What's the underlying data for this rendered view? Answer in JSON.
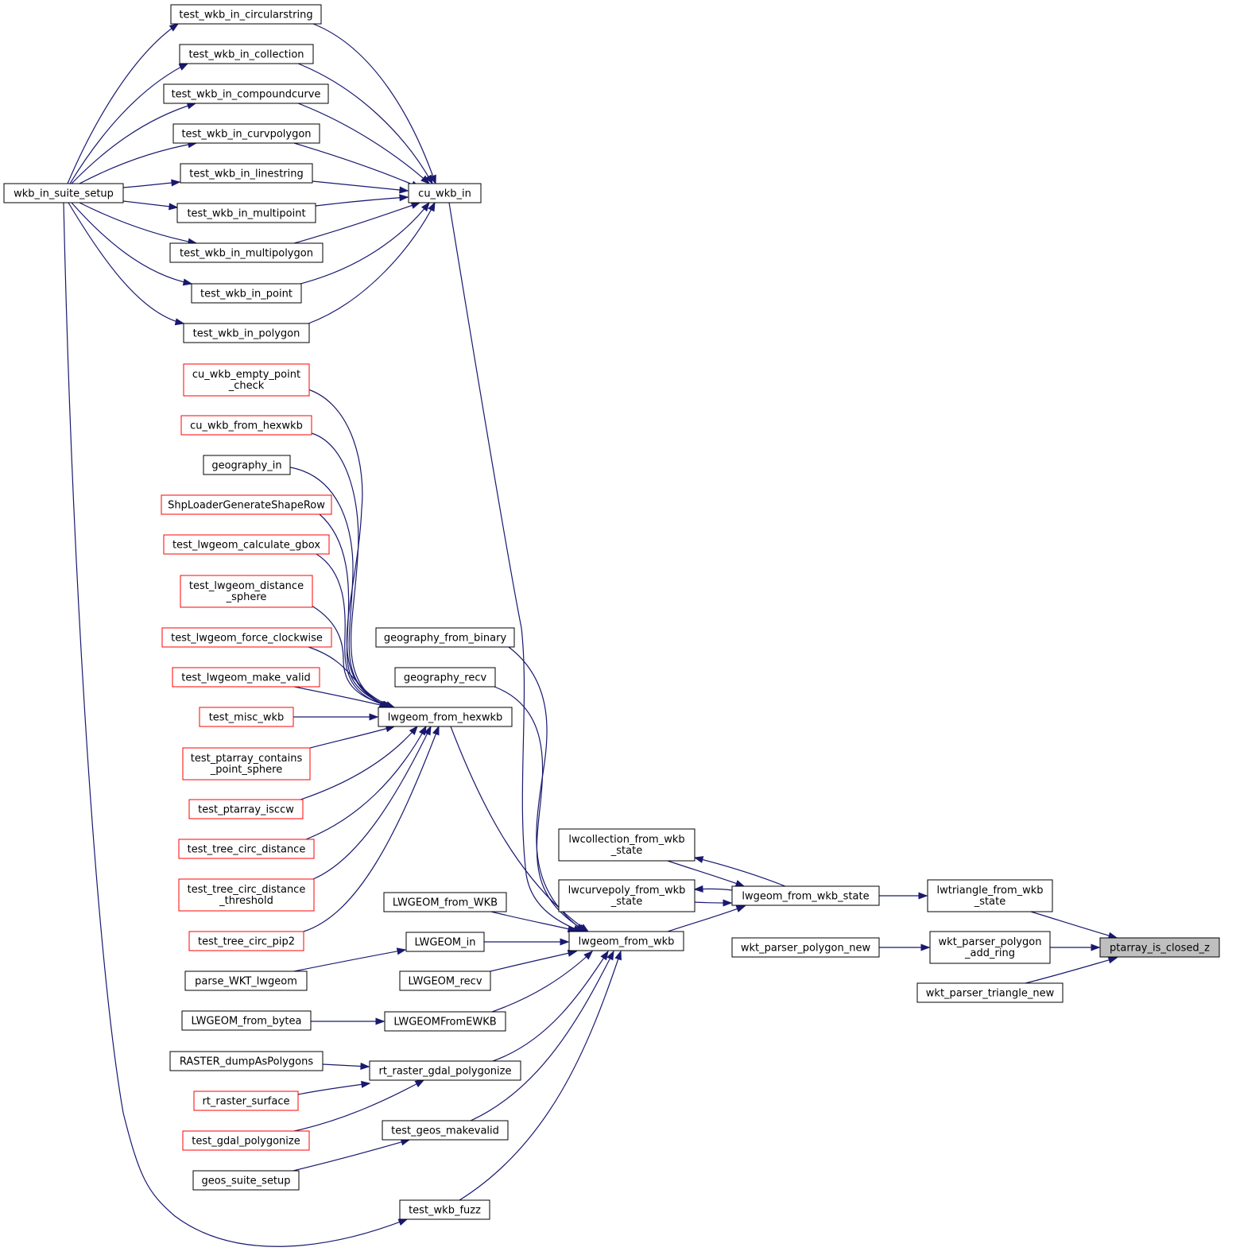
{
  "graph": {
    "focus_node": "ptarray_is_closed_z",
    "edge_color": "#191970",
    "node_border_color": "#000000",
    "incomplete_node_border_color": "#ff0000",
    "focus_fill_color": "#bfbfbf",
    "nodes": [
      {
        "id": "ptarray_is_closed_z",
        "label": [
          "ptarray_is_closed_z"
        ]
      },
      {
        "id": "lwtriangle_from_wkb_state",
        "label": [
          "lwtriangle_from_wkb",
          "_state"
        ]
      },
      {
        "id": "wkt_parser_polygon_add_ring",
        "label": [
          "wkt_parser_polygon",
          "_add_ring"
        ]
      },
      {
        "id": "wkt_parser_triangle_new",
        "label": [
          "wkt_parser_triangle_new"
        ]
      },
      {
        "id": "wkt_parser_polygon_new",
        "label": [
          "wkt_parser_polygon_new"
        ]
      },
      {
        "id": "lwgeom_from_wkb_state",
        "label": [
          "lwgeom_from_wkb_state"
        ]
      },
      {
        "id": "lwcollection_from_wkb_state",
        "label": [
          "lwcollection_from_wkb",
          "_state"
        ]
      },
      {
        "id": "lwcurvepoly_from_wkb_state",
        "label": [
          "lwcurvepoly_from_wkb",
          "_state"
        ]
      },
      {
        "id": "lwgeom_from_wkb",
        "label": [
          "lwgeom_from_wkb"
        ]
      },
      {
        "id": "cu_wkb_in",
        "label": [
          "cu_wkb_in"
        ]
      },
      {
        "id": "geography_from_binary",
        "label": [
          "geography_from_binary"
        ]
      },
      {
        "id": "geography_recv",
        "label": [
          "geography_recv"
        ]
      },
      {
        "id": "lwgeom_from_hexwkb",
        "label": [
          "lwgeom_from_hexwkb"
        ]
      },
      {
        "id": "LWGEOM_from_WKB",
        "label": [
          "LWGEOM_from_WKB"
        ]
      },
      {
        "id": "LWGEOM_in",
        "label": [
          "LWGEOM_in"
        ]
      },
      {
        "id": "LWGEOM_recv",
        "label": [
          "LWGEOM_recv"
        ]
      },
      {
        "id": "LWGEOMFromEWKB",
        "label": [
          "LWGEOMFromEWKB"
        ]
      },
      {
        "id": "rt_raster_gdal_polygonize",
        "label": [
          "rt_raster_gdal_polygonize"
        ]
      },
      {
        "id": "test_geos_makevalid",
        "label": [
          "test_geos_makevalid"
        ]
      },
      {
        "id": "test_wkb_fuzz",
        "label": [
          "test_wkb_fuzz"
        ]
      },
      {
        "id": "test_wkb_in_circularstring",
        "label": [
          "test_wkb_in_circularstring"
        ]
      },
      {
        "id": "test_wkb_in_collection",
        "label": [
          "test_wkb_in_collection"
        ]
      },
      {
        "id": "test_wkb_in_compoundcurve",
        "label": [
          "test_wkb_in_compoundcurve"
        ]
      },
      {
        "id": "test_wkb_in_curvpolygon",
        "label": [
          "test_wkb_in_curvpolygon"
        ]
      },
      {
        "id": "test_wkb_in_linestring",
        "label": [
          "test_wkb_in_linestring"
        ]
      },
      {
        "id": "test_wkb_in_multipoint",
        "label": [
          "test_wkb_in_multipoint"
        ]
      },
      {
        "id": "test_wkb_in_multipolygon",
        "label": [
          "test_wkb_in_multipolygon"
        ]
      },
      {
        "id": "test_wkb_in_point",
        "label": [
          "test_wkb_in_point"
        ]
      },
      {
        "id": "test_wkb_in_polygon",
        "label": [
          "test_wkb_in_polygon"
        ]
      },
      {
        "id": "wkb_in_suite_setup",
        "label": [
          "wkb_in_suite_setup"
        ]
      },
      {
        "id": "cu_wkb_empty_point_check",
        "label": [
          "cu_wkb_empty_point",
          "_check"
        ],
        "incomplete": true
      },
      {
        "id": "cu_wkb_from_hexwkb",
        "label": [
          "cu_wkb_from_hexwkb"
        ],
        "incomplete": true
      },
      {
        "id": "geography_in",
        "label": [
          "geography_in"
        ]
      },
      {
        "id": "ShpLoaderGenerateShapeRow",
        "label": [
          "ShpLoaderGenerateShapeRow"
        ],
        "incomplete": true
      },
      {
        "id": "test_lwgeom_calculate_gbox",
        "label": [
          "test_lwgeom_calculate_gbox"
        ],
        "incomplete": true
      },
      {
        "id": "test_lwgeom_distance_sphere",
        "label": [
          "test_lwgeom_distance",
          "_sphere"
        ],
        "incomplete": true
      },
      {
        "id": "test_lwgeom_force_clockwise",
        "label": [
          "test_lwgeom_force_clockwise"
        ],
        "incomplete": true
      },
      {
        "id": "test_lwgeom_make_valid",
        "label": [
          "test_lwgeom_make_valid"
        ],
        "incomplete": true
      },
      {
        "id": "test_misc_wkb",
        "label": [
          "test_misc_wkb"
        ],
        "incomplete": true
      },
      {
        "id": "test_ptarray_contains_point_sphere",
        "label": [
          "test_ptarray_contains",
          "_point_sphere"
        ],
        "incomplete": true
      },
      {
        "id": "test_ptarray_isccw",
        "label": [
          "test_ptarray_isccw"
        ],
        "incomplete": true
      },
      {
        "id": "test_tree_circ_distance",
        "label": [
          "test_tree_circ_distance"
        ],
        "incomplete": true
      },
      {
        "id": "test_tree_circ_distance_threshold",
        "label": [
          "test_tree_circ_distance",
          "_threshold"
        ],
        "incomplete": true
      },
      {
        "id": "test_tree_circ_pip2",
        "label": [
          "test_tree_circ_pip2"
        ],
        "incomplete": true
      },
      {
        "id": "parse_WKT_lwgeom",
        "label": [
          "parse_WKT_lwgeom"
        ]
      },
      {
        "id": "LWGEOM_from_bytea",
        "label": [
          "LWGEOM_from_bytea"
        ]
      },
      {
        "id": "RASTER_dumpAsPolygons",
        "label": [
          "RASTER_dumpAsPolygons"
        ]
      },
      {
        "id": "rt_raster_surface",
        "label": [
          "rt_raster_surface"
        ],
        "incomplete": true
      },
      {
        "id": "test_gdal_polygonize",
        "label": [
          "test_gdal_polygonize"
        ],
        "incomplete": true
      },
      {
        "id": "geos_suite_setup",
        "label": [
          "geos_suite_setup"
        ]
      }
    ],
    "edges": [
      {
        "from": "lwtriangle_from_wkb_state",
        "to": "ptarray_is_closed_z"
      },
      {
        "from": "wkt_parser_polygon_add_ring",
        "to": "ptarray_is_closed_z"
      },
      {
        "from": "wkt_parser_triangle_new",
        "to": "ptarray_is_closed_z"
      },
      {
        "from": "wkt_parser_polygon_new",
        "to": "wkt_parser_polygon_add_ring"
      },
      {
        "from": "lwgeom_from_wkb_state",
        "to": "lwtriangle_from_wkb_state"
      },
      {
        "from": "lwgeom_from_wkb_state",
        "to": "lwcollection_from_wkb_state"
      },
      {
        "from": "lwgeom_from_wkb_state",
        "to": "lwcurvepoly_from_wkb_state"
      },
      {
        "from": "lwcollection_from_wkb_state",
        "to": "lwgeom_from_wkb_state"
      },
      {
        "from": "lwcurvepoly_from_wkb_state",
        "to": "lwgeom_from_wkb_state"
      },
      {
        "from": "lwgeom_from_wkb",
        "to": "lwgeom_from_wkb_state"
      },
      {
        "from": "cu_wkb_in",
        "to": "lwgeom_from_wkb"
      },
      {
        "from": "geography_from_binary",
        "to": "lwgeom_from_wkb"
      },
      {
        "from": "geography_recv",
        "to": "lwgeom_from_wkb"
      },
      {
        "from": "lwgeom_from_hexwkb",
        "to": "lwgeom_from_wkb"
      },
      {
        "from": "LWGEOM_from_WKB",
        "to": "lwgeom_from_wkb"
      },
      {
        "from": "LWGEOM_in",
        "to": "lwgeom_from_wkb"
      },
      {
        "from": "LWGEOM_recv",
        "to": "lwgeom_from_wkb"
      },
      {
        "from": "LWGEOMFromEWKB",
        "to": "lwgeom_from_wkb"
      },
      {
        "from": "rt_raster_gdal_polygonize",
        "to": "lwgeom_from_wkb"
      },
      {
        "from": "test_geos_makevalid",
        "to": "lwgeom_from_wkb"
      },
      {
        "from": "test_wkb_fuzz",
        "to": "lwgeom_from_wkb"
      },
      {
        "from": "test_wkb_in_circularstring",
        "to": "cu_wkb_in"
      },
      {
        "from": "test_wkb_in_collection",
        "to": "cu_wkb_in"
      },
      {
        "from": "test_wkb_in_compoundcurve",
        "to": "cu_wkb_in"
      },
      {
        "from": "test_wkb_in_curvpolygon",
        "to": "cu_wkb_in"
      },
      {
        "from": "test_wkb_in_linestring",
        "to": "cu_wkb_in"
      },
      {
        "from": "test_wkb_in_multipoint",
        "to": "cu_wkb_in"
      },
      {
        "from": "test_wkb_in_multipolygon",
        "to": "cu_wkb_in"
      },
      {
        "from": "test_wkb_in_point",
        "to": "cu_wkb_in"
      },
      {
        "from": "test_wkb_in_polygon",
        "to": "cu_wkb_in"
      },
      {
        "from": "wkb_in_suite_setup",
        "to": "test_wkb_in_circularstring"
      },
      {
        "from": "wkb_in_suite_setup",
        "to": "test_wkb_in_collection"
      },
      {
        "from": "wkb_in_suite_setup",
        "to": "test_wkb_in_compoundcurve"
      },
      {
        "from": "wkb_in_suite_setup",
        "to": "test_wkb_in_curvpolygon"
      },
      {
        "from": "wkb_in_suite_setup",
        "to": "test_wkb_in_linestring"
      },
      {
        "from": "wkb_in_suite_setup",
        "to": "test_wkb_in_multipoint"
      },
      {
        "from": "wkb_in_suite_setup",
        "to": "test_wkb_in_multipolygon"
      },
      {
        "from": "wkb_in_suite_setup",
        "to": "test_wkb_in_point"
      },
      {
        "from": "wkb_in_suite_setup",
        "to": "test_wkb_in_polygon"
      },
      {
        "from": "wkb_in_suite_setup",
        "to": "test_wkb_fuzz"
      },
      {
        "from": "cu_wkb_empty_point_check",
        "to": "lwgeom_from_hexwkb"
      },
      {
        "from": "cu_wkb_from_hexwkb",
        "to": "lwgeom_from_hexwkb"
      },
      {
        "from": "geography_in",
        "to": "lwgeom_from_hexwkb"
      },
      {
        "from": "ShpLoaderGenerateShapeRow",
        "to": "lwgeom_from_hexwkb"
      },
      {
        "from": "test_lwgeom_calculate_gbox",
        "to": "lwgeom_from_hexwkb"
      },
      {
        "from": "test_lwgeom_distance_sphere",
        "to": "lwgeom_from_hexwkb"
      },
      {
        "from": "test_lwgeom_force_clockwise",
        "to": "lwgeom_from_hexwkb"
      },
      {
        "from": "test_lwgeom_make_valid",
        "to": "lwgeom_from_hexwkb"
      },
      {
        "from": "test_misc_wkb",
        "to": "lwgeom_from_hexwkb"
      },
      {
        "from": "test_ptarray_contains_point_sphere",
        "to": "lwgeom_from_hexwkb"
      },
      {
        "from": "test_ptarray_isccw",
        "to": "lwgeom_from_hexwkb"
      },
      {
        "from": "test_tree_circ_distance",
        "to": "lwgeom_from_hexwkb"
      },
      {
        "from": "test_tree_circ_distance_threshold",
        "to": "lwgeom_from_hexwkb"
      },
      {
        "from": "test_tree_circ_pip2",
        "to": "lwgeom_from_hexwkb"
      },
      {
        "from": "parse_WKT_lwgeom",
        "to": "LWGEOM_in"
      },
      {
        "from": "LWGEOM_from_bytea",
        "to": "LWGEOMFromEWKB"
      },
      {
        "from": "RASTER_dumpAsPolygons",
        "to": "rt_raster_gdal_polygonize"
      },
      {
        "from": "rt_raster_surface",
        "to": "rt_raster_gdal_polygonize"
      },
      {
        "from": "test_gdal_polygonize",
        "to": "rt_raster_gdal_polygonize"
      },
      {
        "from": "geos_suite_setup",
        "to": "test_geos_makevalid"
      }
    ]
  }
}
